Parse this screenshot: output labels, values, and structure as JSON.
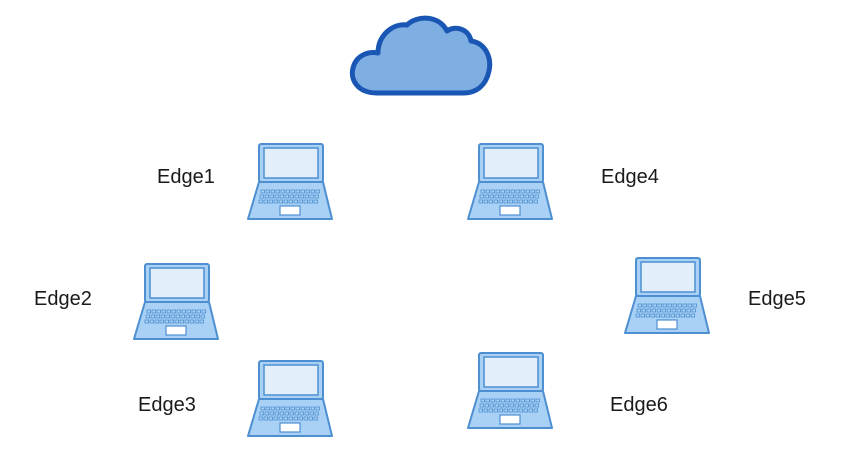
{
  "cloud": {
    "icon": "cloud-icon",
    "fill": "#7faee3",
    "stroke": "#1a56b4"
  },
  "laptop_colors": {
    "body": "#a9d0f5",
    "screen": "#e3eefb",
    "stroke": "#4d8fd1"
  },
  "nodes": [
    {
      "id": "edge1",
      "label": "Edge1",
      "icon": "laptop-icon"
    },
    {
      "id": "edge2",
      "label": "Edge2",
      "icon": "laptop-icon"
    },
    {
      "id": "edge3",
      "label": "Edge3",
      "icon": "laptop-icon"
    },
    {
      "id": "edge4",
      "label": "Edge4",
      "icon": "laptop-icon"
    },
    {
      "id": "edge5",
      "label": "Edge5",
      "icon": "laptop-icon"
    },
    {
      "id": "edge6",
      "label": "Edge6",
      "icon": "laptop-icon"
    }
  ]
}
